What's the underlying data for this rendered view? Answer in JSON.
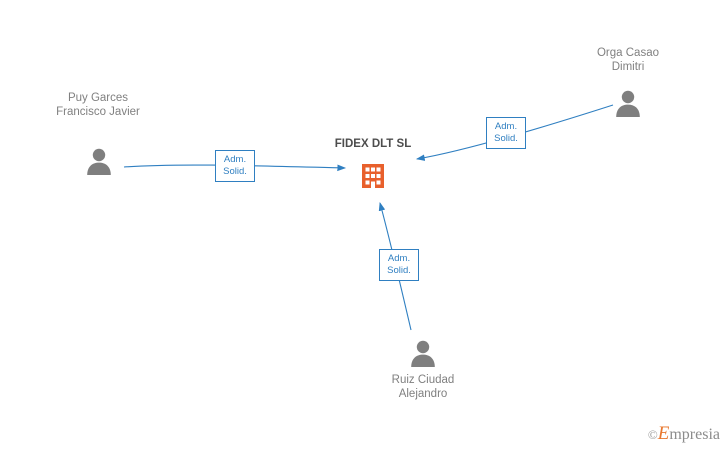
{
  "diagram": {
    "company": {
      "name": "FIDEX DLT  SL",
      "icon": "building-icon"
    },
    "persons": [
      {
        "id": "puy-garces-francisco-javier",
        "name": "Puy Garces\nFrancisco Javier",
        "icon": "person-icon"
      },
      {
        "id": "orga-casao-dimitri",
        "name": "Orga Casao\nDimitri",
        "icon": "person-icon"
      },
      {
        "id": "ruiz-ciudad-alejandro",
        "name": "Ruiz Ciudad\nAlejandro",
        "icon": "person-icon"
      }
    ],
    "edges": [
      {
        "id": "edge-puy-garces",
        "label": "Adm.\nSolid."
      },
      {
        "id": "edge-orga-casao",
        "label": "Adm.\nSolid."
      },
      {
        "id": "edge-ruiz-ciudad",
        "label": "Adm.\nSolid."
      }
    ],
    "colors": {
      "edge": "#2f7fc1",
      "person": "#7f7f7f",
      "company": "#e8602c",
      "label_text": "#808080",
      "company_text": "#4d4d4d"
    }
  },
  "watermark": {
    "copyright": "©",
    "brand_initial": "E",
    "brand_rest": "mpresia"
  }
}
